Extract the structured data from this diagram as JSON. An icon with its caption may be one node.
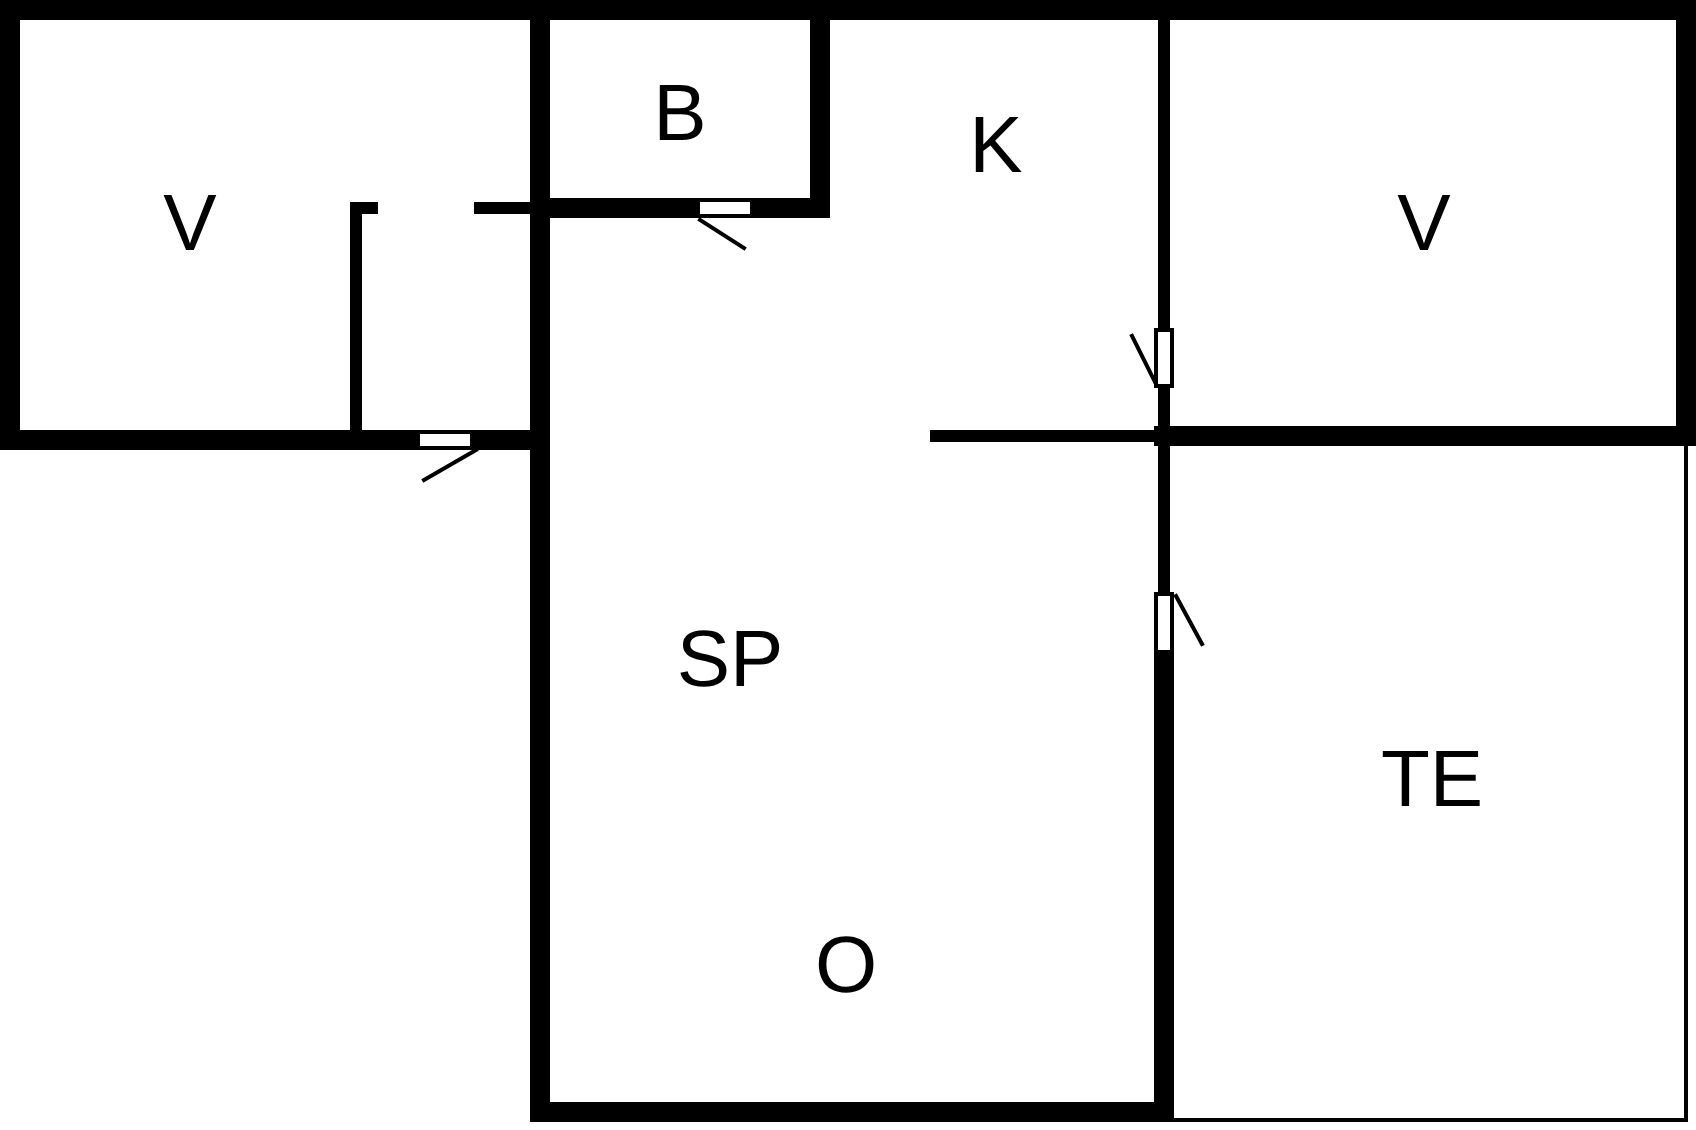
{
  "diagram": {
    "labels": [
      "V",
      "B",
      "K",
      "V",
      "SP",
      "TE",
      "O"
    ]
  }
}
